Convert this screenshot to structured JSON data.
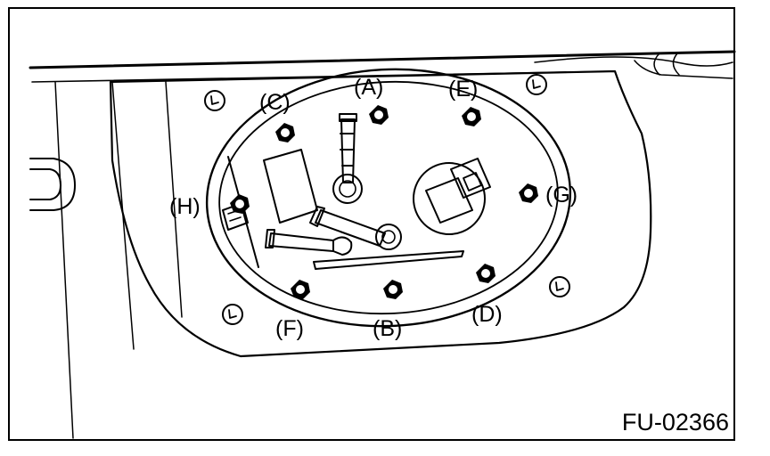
{
  "figure_id": "FU-02366",
  "callouts": {
    "A": "(A)",
    "B": "(B)",
    "C": "(C)",
    "D": "(D)",
    "E": "(E)",
    "F": "(F)",
    "G": "(G)",
    "H": "(H)"
  },
  "components": {
    "nuts": [
      "A",
      "B",
      "C",
      "D",
      "E",
      "F",
      "G",
      "H"
    ],
    "body_clips": 4
  }
}
